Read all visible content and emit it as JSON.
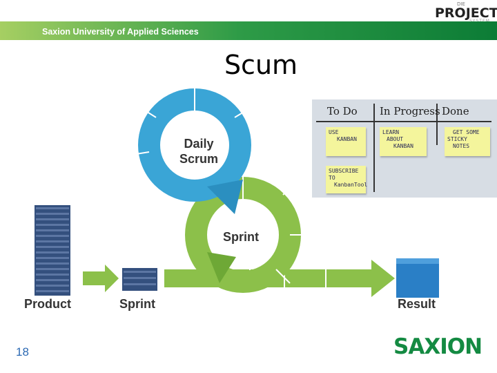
{
  "header": {
    "logo": {
      "prefix": "DIE",
      "name": "PROJECT",
      "suffix": "SYSTEM"
    },
    "institution": "Saxion University of Applied Sciences"
  },
  "slide": {
    "title": "Scum",
    "page_number": "18"
  },
  "diagram": {
    "daily_scrum": "Daily Scrum",
    "sprint_cycle": "Sprint",
    "product": "Product",
    "sprint": "Sprint",
    "result": "Result",
    "colors": {
      "blue": "#3aa5d6",
      "green": "#8cc04a",
      "dark_green": "#6ea836",
      "result_box": "#2a7fc6",
      "backlog": "#34507e"
    }
  },
  "kanban_board": {
    "columns": [
      "To Do",
      "In Progress",
      "Done"
    ],
    "notes": {
      "use_kanban": [
        "USE",
        "KANBAN"
      ],
      "subscribe": [
        "SUBSCRIBE",
        "TO",
        "KanbanTool"
      ],
      "learn": [
        "LEARN",
        "ABOUT",
        "KANBAN"
      ],
      "sticky": [
        "GET SOME",
        "STICKY",
        "NOTES"
      ]
    }
  },
  "footer_logo": "SAXION"
}
